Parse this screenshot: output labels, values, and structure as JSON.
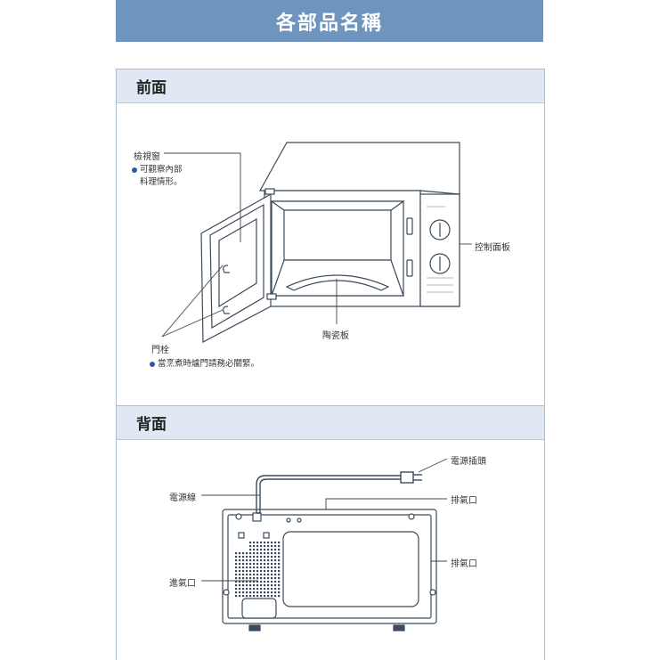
{
  "header": {
    "title": "各部品名稱"
  },
  "front": {
    "title": "前面",
    "window_label": "檢視窗",
    "window_note": [
      "可觀察內部",
      "料理情形。"
    ],
    "control_label": "控制面板",
    "tray_label": "陶瓷板",
    "latch_label": "門栓",
    "latch_note": "當烹煮時爐門請務必關緊。"
  },
  "back": {
    "title": "背面",
    "plug_label": "電源插頭",
    "cord_label": "電源線",
    "exhaust_top_label": "排氣口",
    "exhaust_side_label": "排氣口",
    "intake_label": "進氣口"
  }
}
